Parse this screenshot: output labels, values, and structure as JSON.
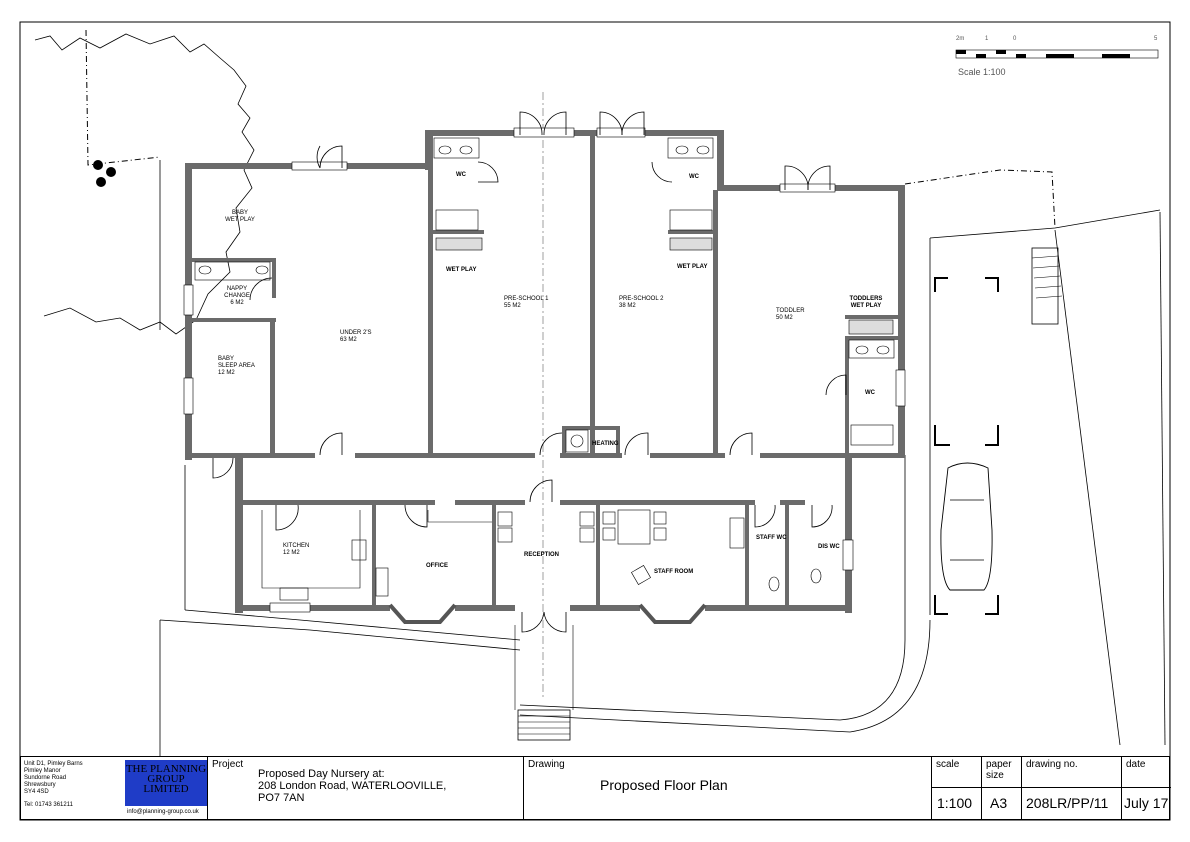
{
  "rooms": {
    "baby_wet_play": "BABY\nWET PLAY",
    "nappy_change": "NAPPY\nCHANGE\n6 M2",
    "baby_sleep": "BABY\nSLEEP AREA\n12 M2",
    "under2": "UNDER 2'S\n63 M2",
    "wc1": "WC",
    "wet_play1": "WET PLAY",
    "preschool1": "PRE-SCHOOL 1\n55 M2",
    "preschool2": "PRE-SCHOOL 2\n38 M2",
    "wc2": "WC",
    "wet_play2": "WET PLAY",
    "toddler": "TODDLER\n50 M2",
    "toddlers_wet_play": "TODDLERS\nWET PLAY",
    "wc3": "WC",
    "heating": "HEATING",
    "kitchen": "KITCHEN\n12 M2",
    "office": "OFFICE",
    "reception": "RECEPTION",
    "staff_room": "STAFF ROOM",
    "staff_wc": "STAFF WC",
    "dis_wc": "DIS WC"
  },
  "scale_bar": {
    "ticks": [
      "2m",
      "1",
      "0",
      "5"
    ],
    "caption": "Scale  1:100"
  },
  "title_block": {
    "address_lines": [
      "Unit D1, Pimley Barns",
      "Pimley Manor",
      "Sundorne Road",
      "Shrewsbury",
      "SY4 4SD"
    ],
    "tel": "Tel: 01743 361211",
    "logo_text": "THE PLANNING GROUP LIMITED",
    "email": "info@planning-group.co.uk",
    "project_label": "Project",
    "project_lines": [
      "Proposed Day Nursery at:",
      "208 London Road, WATERLOOVILLE,",
      "PO7 7AN"
    ],
    "drawing_label": "Drawing",
    "drawing_title": "Proposed Floor Plan",
    "scale_label": "scale",
    "scale_value": "1:100",
    "paper_label": "paper size",
    "paper_value": "A3",
    "drawing_no_label": "drawing no.",
    "drawing_no_value": "208LR/PP/11",
    "date_label": "date",
    "date_value": "July 17"
  }
}
